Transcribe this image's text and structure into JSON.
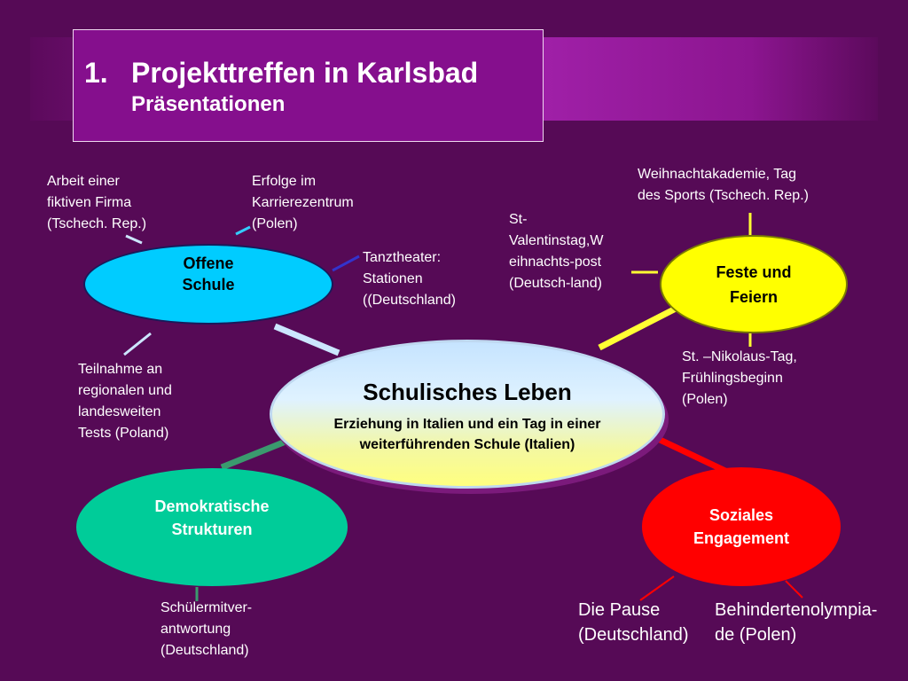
{
  "title": {
    "number": "1.",
    "main": "Projekttreffen in Karlsbad",
    "sub": "Präsentationen"
  },
  "center": {
    "title": "Schulisches Leben",
    "subtitle": "Erziehung in Italien und ein Tag in einer weiterführenden Schule (Italien)"
  },
  "nodes": {
    "offene_schule": {
      "label": "Offene\nSchule",
      "items": [
        "Arbeit einer\nfiktiven Firma\n(Tschech. Rep.)",
        "Erfolge im\nKarrierezentrum\n(Polen)",
        "Tanztheater:\nStationen\n((Deutschland)",
        "Teilnahme an\nregionalen und\nlandesweiten\nTests (Poland)"
      ]
    },
    "feste": {
      "label": "Feste und\nFeiern",
      "items": [
        "Weihnachtakademie, Tag\ndes Sports (Tschech. Rep.)",
        "St-\nValentinstag,W\neihnachts-post\n(Deutsch-land)",
        "St. –Nikolaus-Tag,\nFrühlingsbeginn\n(Polen)"
      ]
    },
    "demokratische": {
      "label": "Demokratische\nStrukturen",
      "items": [
        "Schülermitver-\nantwortung\n(Deutschland)"
      ]
    },
    "soziales": {
      "label": "Soziales\nEngagement",
      "items": [
        "Die Pause\n(Deutschland)",
        "Behindertenolympia-\nde (Polen)"
      ]
    }
  },
  "colors": {
    "background": "#560a56",
    "title_box": "#850f8d",
    "offene": "#00ccff",
    "feste": "#ffff00",
    "demokratische": "#00cc99",
    "soziales": "#ff0000"
  }
}
